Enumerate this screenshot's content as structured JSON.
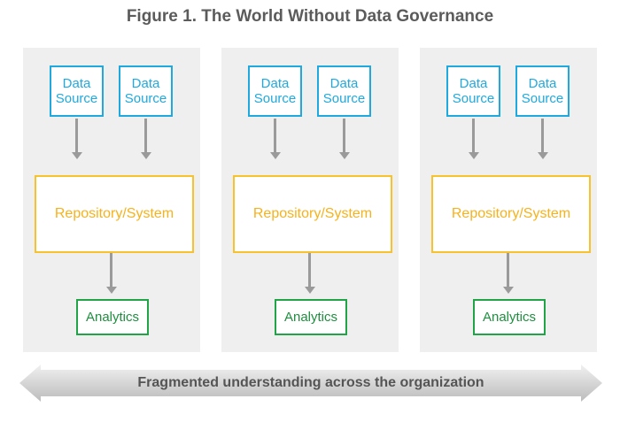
{
  "title": "Figure 1. The World Without Data Governance",
  "panels": [
    {
      "sources": [
        [
          "Data",
          "Source"
        ],
        [
          "Data",
          "Source"
        ]
      ],
      "repository": "Repository/System",
      "analytics": "Analytics"
    },
    {
      "sources": [
        [
          "Data",
          "Source"
        ],
        [
          "Data",
          "Source"
        ]
      ],
      "repository": "Repository/System",
      "analytics": "Analytics"
    },
    {
      "sources": [
        [
          "Data",
          "Source"
        ],
        [
          "Data",
          "Source"
        ]
      ],
      "repository": "Repository/System",
      "analytics": "Analytics"
    }
  ],
  "footer": "Fragmented understanding across the organization",
  "colors": {
    "data_source": "#1fa9df",
    "repository": "#f8c22c",
    "analytics": "#21a348",
    "arrow": "#9a9a9a",
    "panel_bg": "#efefef"
  }
}
